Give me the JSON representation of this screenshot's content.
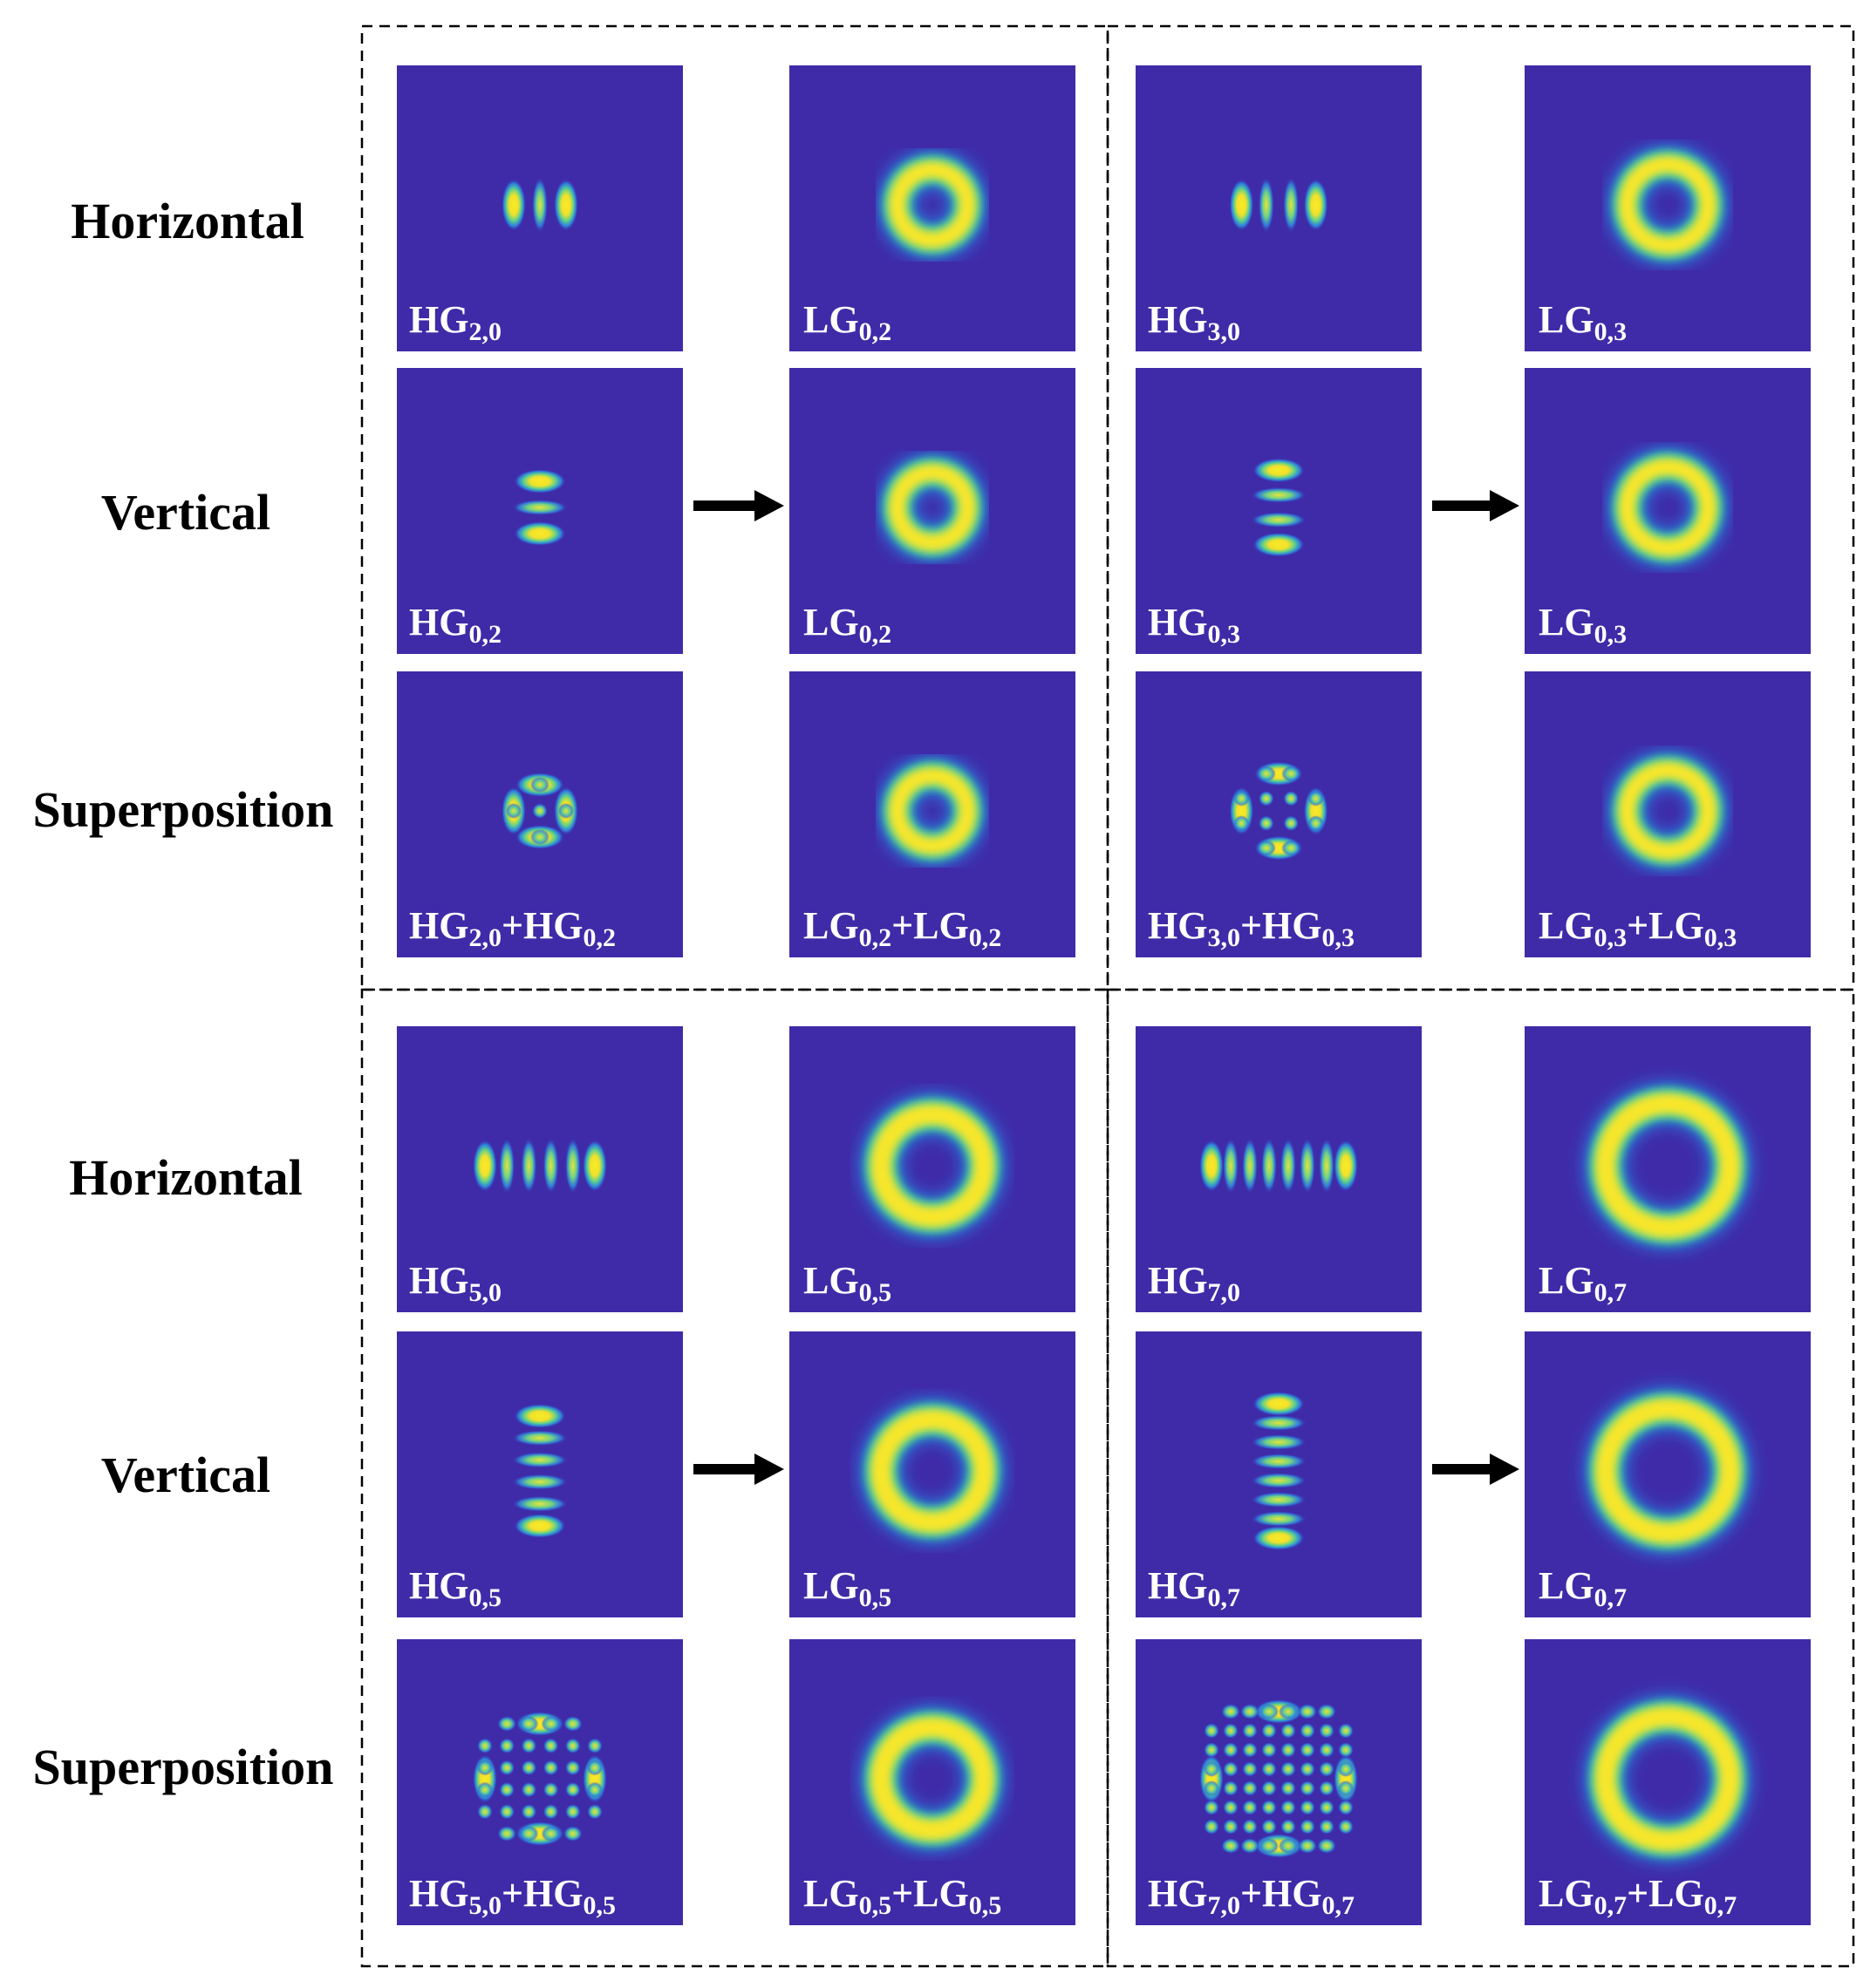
{
  "row_labels": [
    "Horizontal",
    "Vertical",
    "Superposition"
  ],
  "colors": {
    "background": "#3f2ba8",
    "ring_peak": "#f7e62a",
    "ring_mid": "#22c7b0",
    "ring_edge": "#2b86e8",
    "label": "#ffffff",
    "arrow": "#000000",
    "border": "#000000"
  },
  "quadrants": [
    {
      "hg_order": 2,
      "rows": [
        {
          "row_label": "Horizontal",
          "hg_label": {
            "base": "HG",
            "sub": "2,0"
          },
          "lg_label": {
            "base": "LG",
            "sub": "0,2"
          },
          "pattern": "horizontal"
        },
        {
          "row_label": "Vertical",
          "hg_label": {
            "base": "HG",
            "sub": "0,2"
          },
          "lg_label": {
            "base": "LG",
            "sub": "0,2"
          },
          "pattern": "vertical",
          "arrow": true
        },
        {
          "row_label": "Superposition",
          "hg_label": {
            "base": "HG",
            "sub": "2,0",
            "plus_base": "HG",
            "plus_sub": "0,2"
          },
          "lg_label": {
            "base": "LG",
            "sub": "0,2",
            "plus_base": "LG",
            "plus_sub": "0,2"
          },
          "pattern": "superposition"
        }
      ]
    },
    {
      "hg_order": 3,
      "rows": [
        {
          "hg_label": {
            "base": "HG",
            "sub": "3,0"
          },
          "lg_label": {
            "base": "LG",
            "sub": "0,3"
          },
          "pattern": "horizontal"
        },
        {
          "hg_label": {
            "base": "HG",
            "sub": "0,3"
          },
          "lg_label": {
            "base": "LG",
            "sub": "0,3"
          },
          "pattern": "vertical",
          "arrow": true
        },
        {
          "hg_label": {
            "base": "HG",
            "sub": "3,0",
            "plus_base": "HG",
            "plus_sub": "0,3"
          },
          "lg_label": {
            "base": "LG",
            "sub": "0,3",
            "plus_base": "LG",
            "plus_sub": "0,3"
          },
          "pattern": "superposition"
        }
      ]
    },
    {
      "hg_order": 5,
      "rows": [
        {
          "row_label": "Horizontal",
          "hg_label": {
            "base": "HG",
            "sub": "5,0"
          },
          "lg_label": {
            "base": "LG",
            "sub": "0,5"
          },
          "pattern": "horizontal"
        },
        {
          "row_label": "Vertical",
          "hg_label": {
            "base": "HG",
            "sub": "0,5"
          },
          "lg_label": {
            "base": "LG",
            "sub": "0,5"
          },
          "pattern": "vertical",
          "arrow": true
        },
        {
          "row_label": "Superposition",
          "hg_label": {
            "base": "HG",
            "sub": "5,0",
            "plus_base": "HG",
            "plus_sub": "0,5"
          },
          "lg_label": {
            "base": "LG",
            "sub": "0,5",
            "plus_base": "LG",
            "plus_sub": "0,5"
          },
          "pattern": "superposition"
        }
      ]
    },
    {
      "hg_order": 7,
      "rows": [
        {
          "hg_label": {
            "base": "HG",
            "sub": "7,0"
          },
          "lg_label": {
            "base": "LG",
            "sub": "0,7"
          },
          "pattern": "horizontal"
        },
        {
          "hg_label": {
            "base": "HG",
            "sub": "0,7"
          },
          "lg_label": {
            "base": "LG",
            "sub": "0,7"
          },
          "pattern": "vertical",
          "arrow": true
        },
        {
          "hg_label": {
            "base": "HG",
            "sub": "7,0",
            "plus_base": "HG",
            "plus_sub": "0,7"
          },
          "lg_label": {
            "base": "LG",
            "sub": "0,7",
            "plus_base": "LG",
            "plus_sub": "0,7"
          },
          "pattern": "superposition"
        }
      ]
    }
  ]
}
